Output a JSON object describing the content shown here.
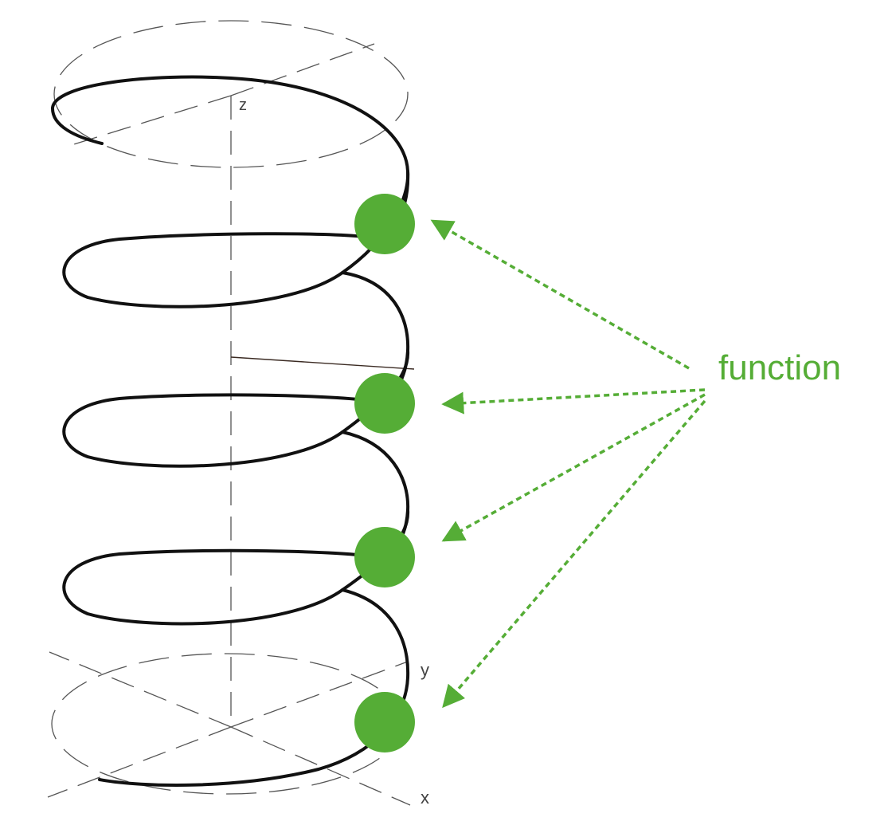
{
  "labels": {
    "function": "function",
    "z_axis": "z",
    "y_axis": "y",
    "x_axis": "x"
  },
  "colors": {
    "accent": "#55ad36",
    "curve": "#111111",
    "guide": "#555555"
  },
  "nodes": [
    {
      "id": "point-1"
    },
    {
      "id": "point-2"
    },
    {
      "id": "point-3"
    },
    {
      "id": "point-4"
    }
  ]
}
